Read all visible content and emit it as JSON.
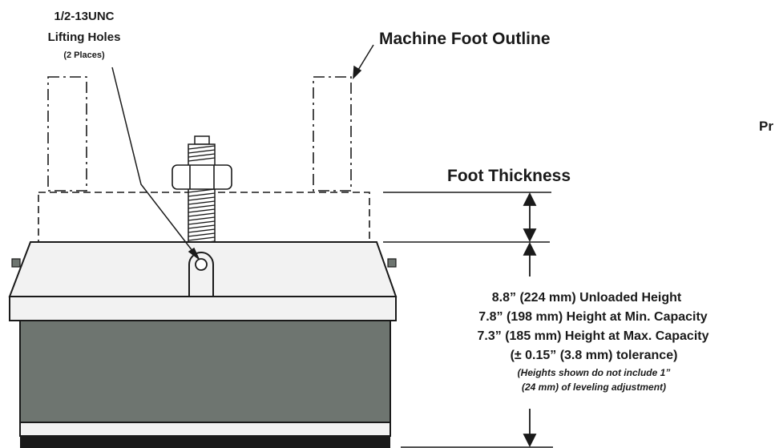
{
  "labels": {
    "lifting_line1": "1/2-13UNC",
    "lifting_line2": "Lifting Holes",
    "lifting_line3": "(2 Places)",
    "machine_foot": "Machine Foot Outline",
    "foot_thickness": "Foot Thickness",
    "clipped_right": "Pr",
    "height_unloaded": "8.8” (224 mm) Unloaded Height",
    "height_min": "7.8” (198 mm) Height at Min. Capacity",
    "height_max": "7.3” (185 mm) Height at Max. Capacity",
    "tolerance": "(± 0.15” (3.8 mm) tolerance)",
    "note_line1": "(Heights shown do not include 1”",
    "note_line2": "(24 mm) of leveling adjustment)"
  },
  "colors": {
    "line": "#1a1a1a",
    "cap_fill": "#f2f2f2",
    "body_fill": "#6e7570",
    "base_fill": "#1a1a1a"
  }
}
